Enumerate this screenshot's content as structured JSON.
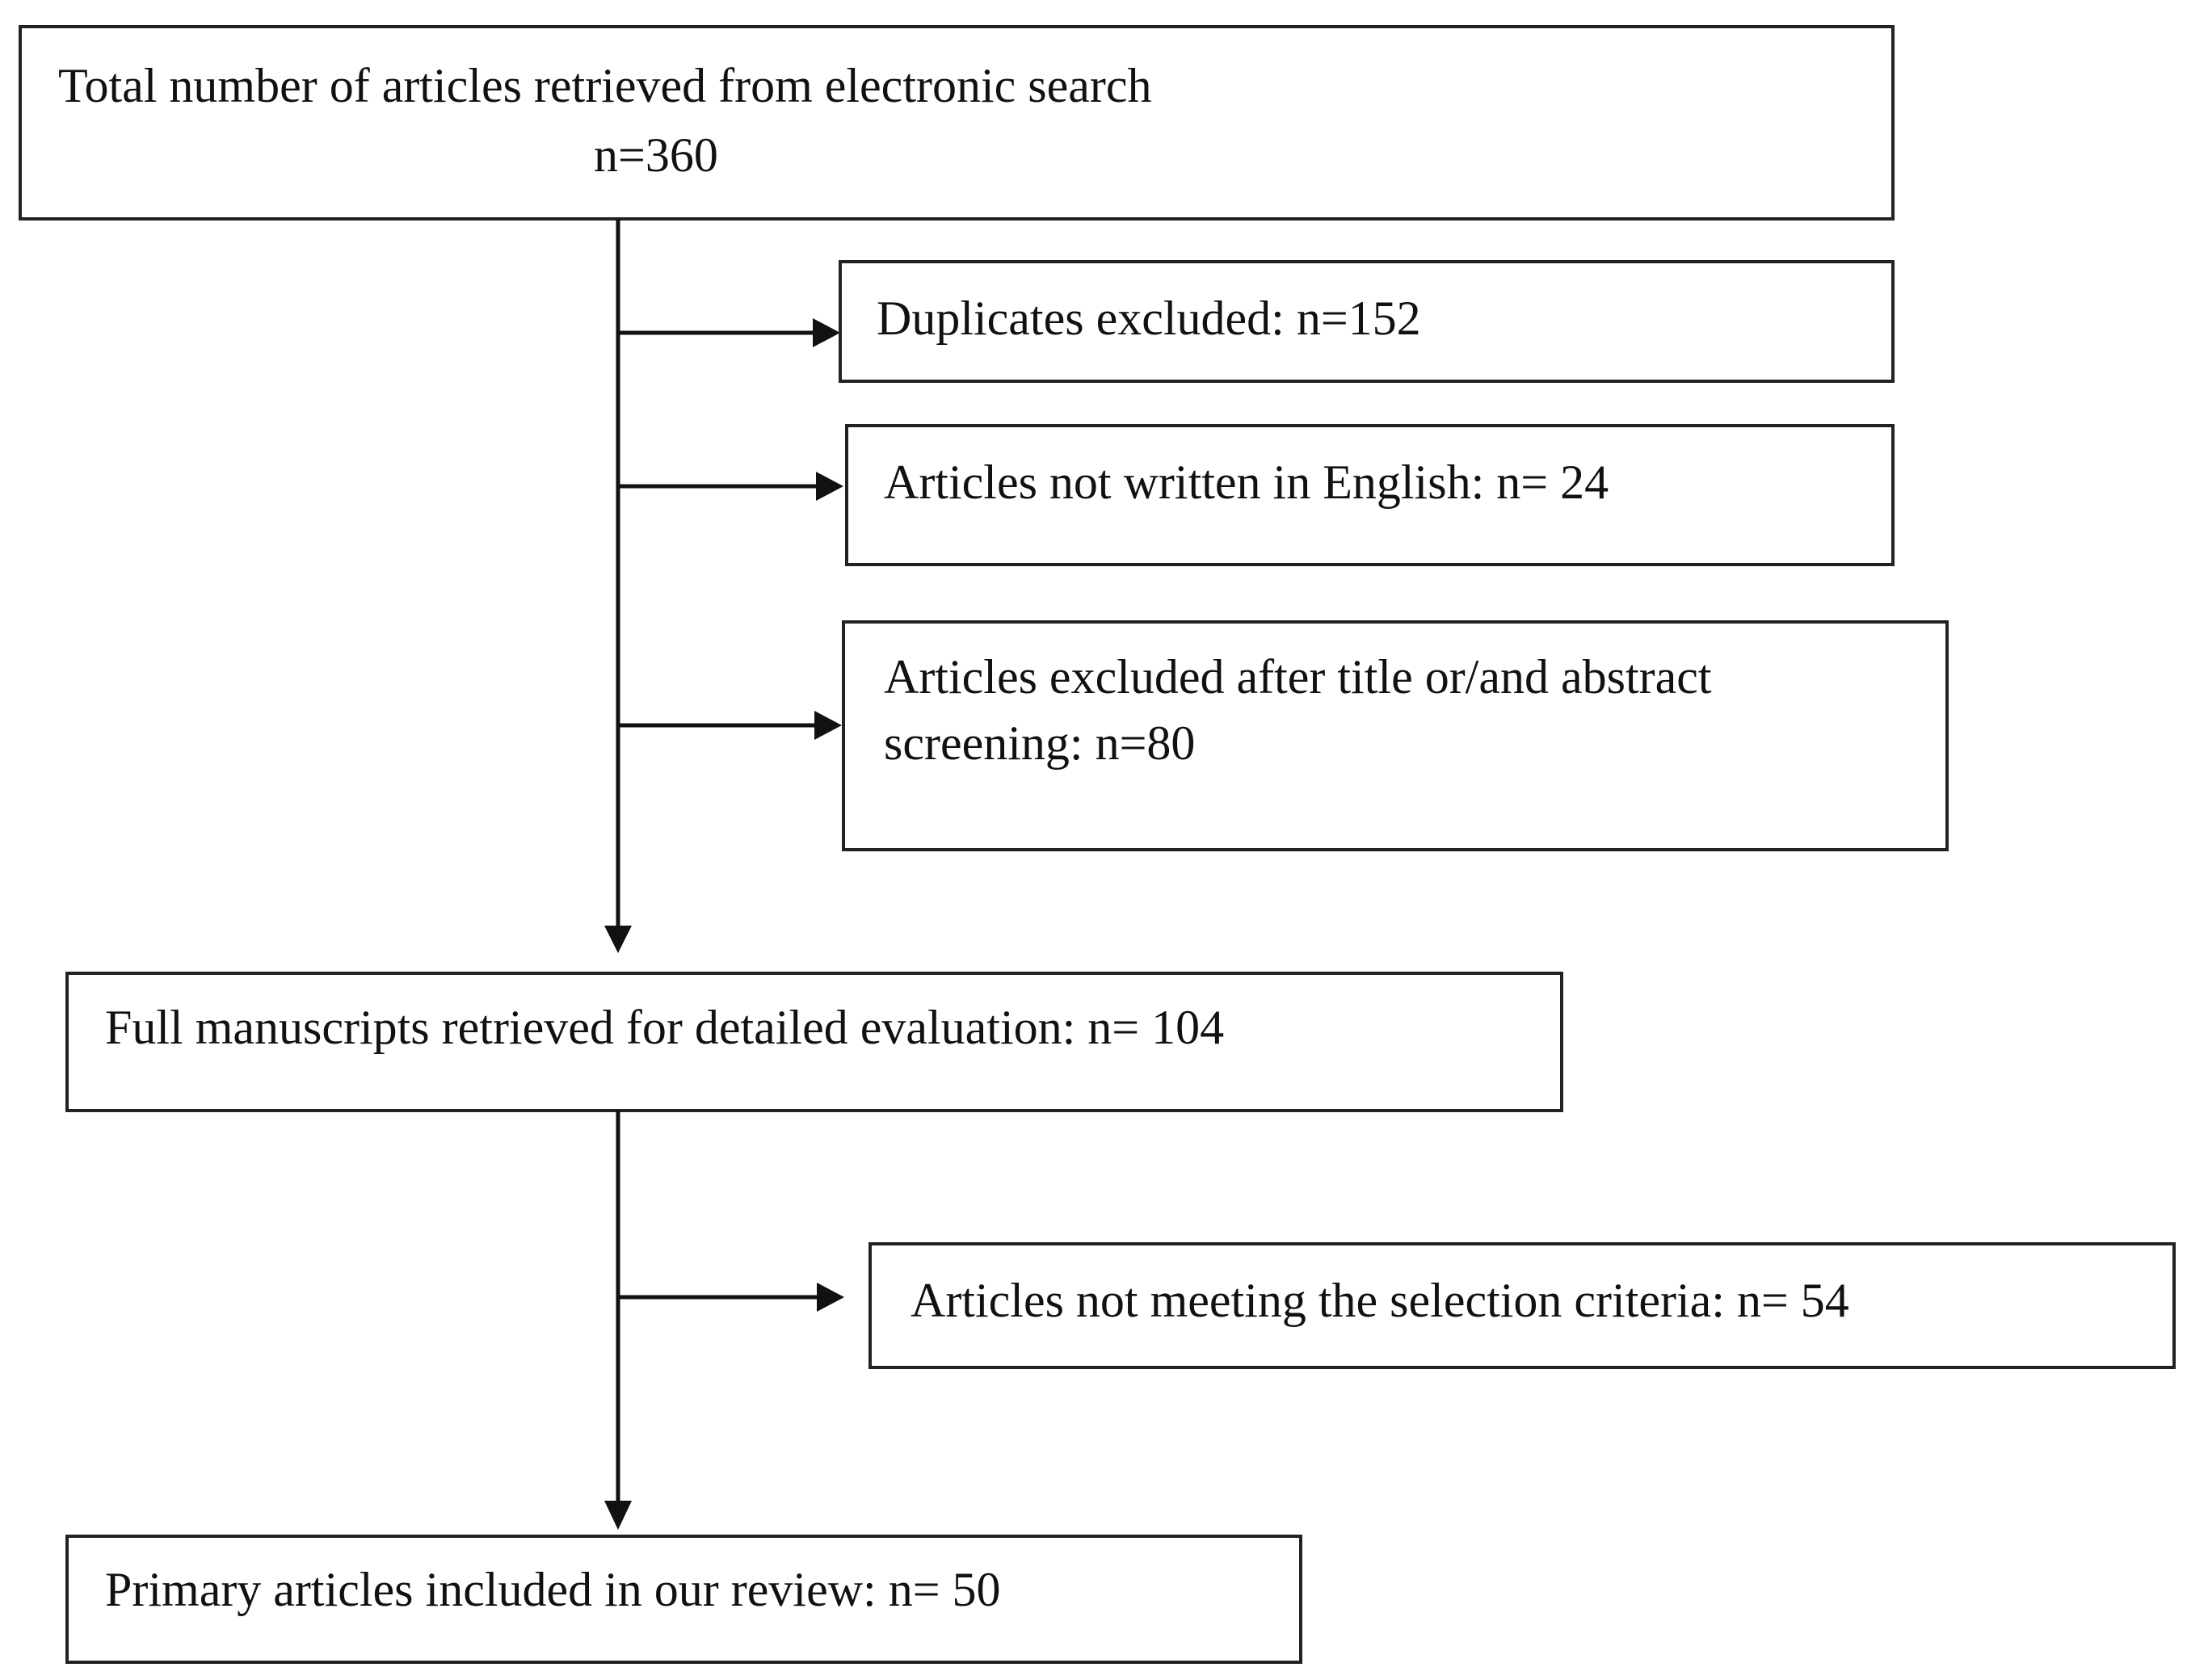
{
  "boxes": {
    "total": {
      "line1": "Total number of articles retrieved  from electronic search",
      "line2": "n=360"
    },
    "duplicates": {
      "line1": "Duplicates excluded: n=152"
    },
    "not_english": {
      "line1": "Articles not written in English: n= 24"
    },
    "title_abstract": {
      "line1": "Articles excluded after title or/and abstract",
      "line2": "screening: n=80"
    },
    "full_manuscripts": {
      "line1": "Full manuscripts retrieved for detailed evaluation: n= 104"
    },
    "not_meeting": {
      "line1": "Articles not meeting the selection criteria:  n= 54"
    },
    "primary": {
      "line1": "Primary articles included in our review: n= 50"
    }
  }
}
